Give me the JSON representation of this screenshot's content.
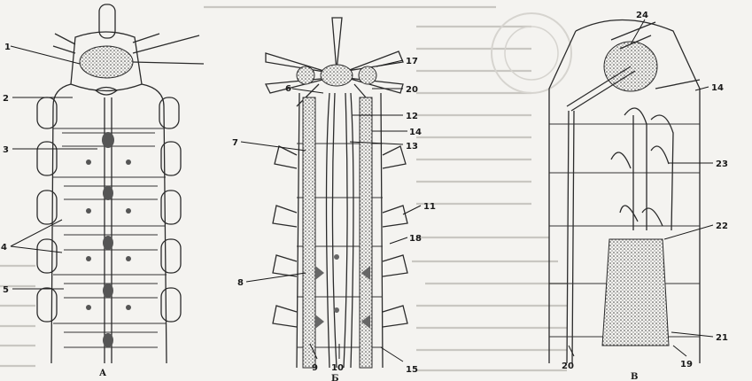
{
  "panels": [
    {
      "id": "A",
      "caption": "А"
    },
    {
      "id": "B",
      "caption": "Б"
    },
    {
      "id": "C",
      "caption": "В"
    }
  ],
  "labels": {
    "A": [
      "1",
      "2",
      "3",
      "4",
      "5"
    ],
    "B": [
      "6",
      "7",
      "8",
      "9",
      "10",
      "11",
      "12",
      "13",
      "14",
      "15",
      "17",
      "18",
      "20"
    ],
    "C": [
      "14",
      "19",
      "20",
      "21",
      "22",
      "23",
      "24"
    ]
  }
}
